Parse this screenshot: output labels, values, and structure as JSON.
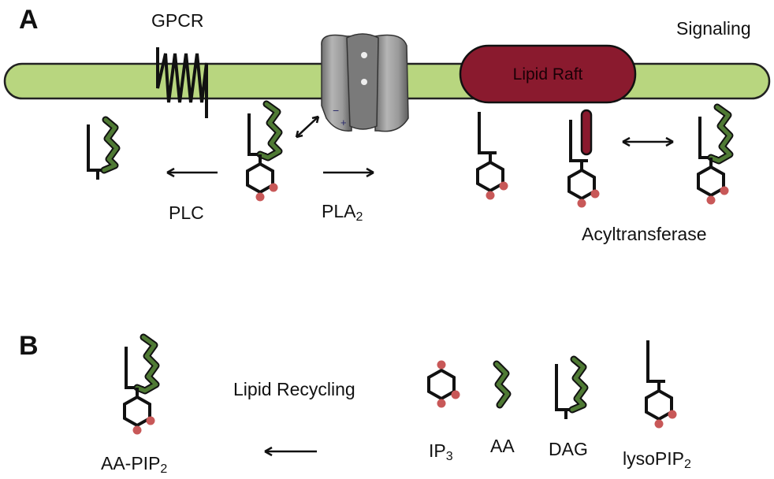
{
  "panels": {
    "a": "A",
    "b": "B"
  },
  "labels": {
    "gpcr": "GPCR",
    "signaling": "Signaling",
    "lipid_raft": "Lipid Raft",
    "plc": "PLC",
    "pla2": {
      "main": "PLA",
      "sub": "2"
    },
    "acyltransferase": "Acyltransferase",
    "lipid_recycling": "Lipid Recycling",
    "aa_pip2": {
      "main": "AA-PIP",
      "sub": "2"
    },
    "ip3": {
      "main": "IP",
      "sub": "3"
    },
    "aa": "AA",
    "dag": "DAG",
    "lysopip2": {
      "main": "lysoPIP",
      "sub": "2"
    }
  },
  "channel_symbols": {
    "minus": "−",
    "plus": "+"
  },
  "colors": {
    "membrane": "#b8d67f",
    "membrane_stroke": "#222222",
    "lipid_raft": "#8a1a2e",
    "arachidonic_chain": "#4f7a34",
    "phosphate": "#c85858",
    "channel": "#8c8c8c",
    "line": "#111111"
  }
}
